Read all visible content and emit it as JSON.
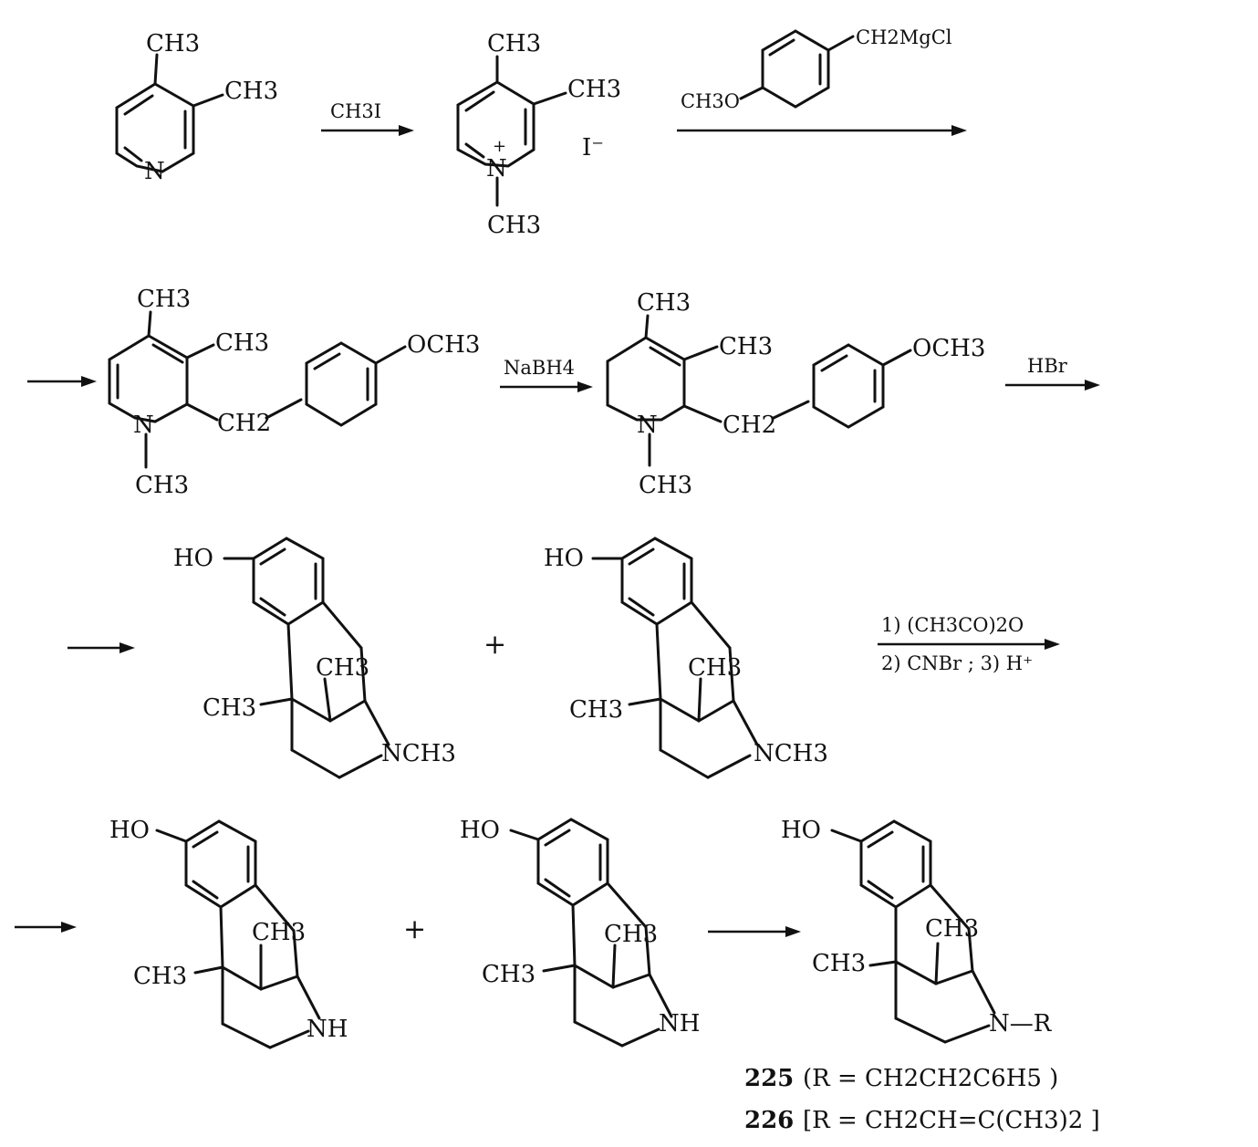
{
  "row1": {
    "m1": {
      "ch3_top": "CH3",
      "ch3_side": "CH3",
      "n": "N"
    },
    "r1": "CH3I",
    "m2": {
      "ch3_top": "CH3",
      "ch3_side": "CH3",
      "n_plus": "N",
      "charge": "+",
      "n_me": "CH3",
      "counterion": "I⁻"
    },
    "grignard": {
      "ch2mgcl": "CH2MgCl",
      "och3": "CH3O"
    }
  },
  "row2": {
    "m3": {
      "ch3_top": "CH3",
      "ch3_side": "CH3",
      "n": "N",
      "n_me": "CH3",
      "ch2": "CH2",
      "och3": "OCH3"
    },
    "r2": "NaBH4",
    "m4": {
      "ch3_top": "CH3",
      "ch3_side": "CH3",
      "n": "N",
      "n_me": "CH3",
      "ch2": "CH2",
      "och3": "OCH3"
    },
    "r3": "HBr"
  },
  "row3": {
    "m5": {
      "ho": "HO",
      "ch3_bridge": "CH3",
      "ch3_q": "CH3",
      "nme": "NCH3"
    },
    "plus": "+",
    "m6": {
      "ho": "HO",
      "ch3_bridge": "CH3",
      "ch3_q": "CH3",
      "nme": "NCH3"
    },
    "r4a": "1) (CH3CO)2O",
    "r4b": "2) CNBr ; 3) H⁺"
  },
  "row4": {
    "m7": {
      "ho": "HO",
      "ch3_bridge": "CH3",
      "ch3_q": "CH3",
      "nh": "NH"
    },
    "plus": "+",
    "m8": {
      "ho": "HO",
      "ch3_bridge": "CH3",
      "ch3_q": "CH3",
      "nh": "NH"
    },
    "m9": {
      "ho": "HO",
      "ch3_bridge": "CH3",
      "ch3_q": "CH3",
      "nr": "N—R"
    }
  },
  "captions": {
    "c225_num": "225",
    "c225_text": "(R = CH2CH2C6H5 )",
    "c226_num": "226",
    "c226_text": "[R = CH2CH=C(CH3)2 ]"
  }
}
